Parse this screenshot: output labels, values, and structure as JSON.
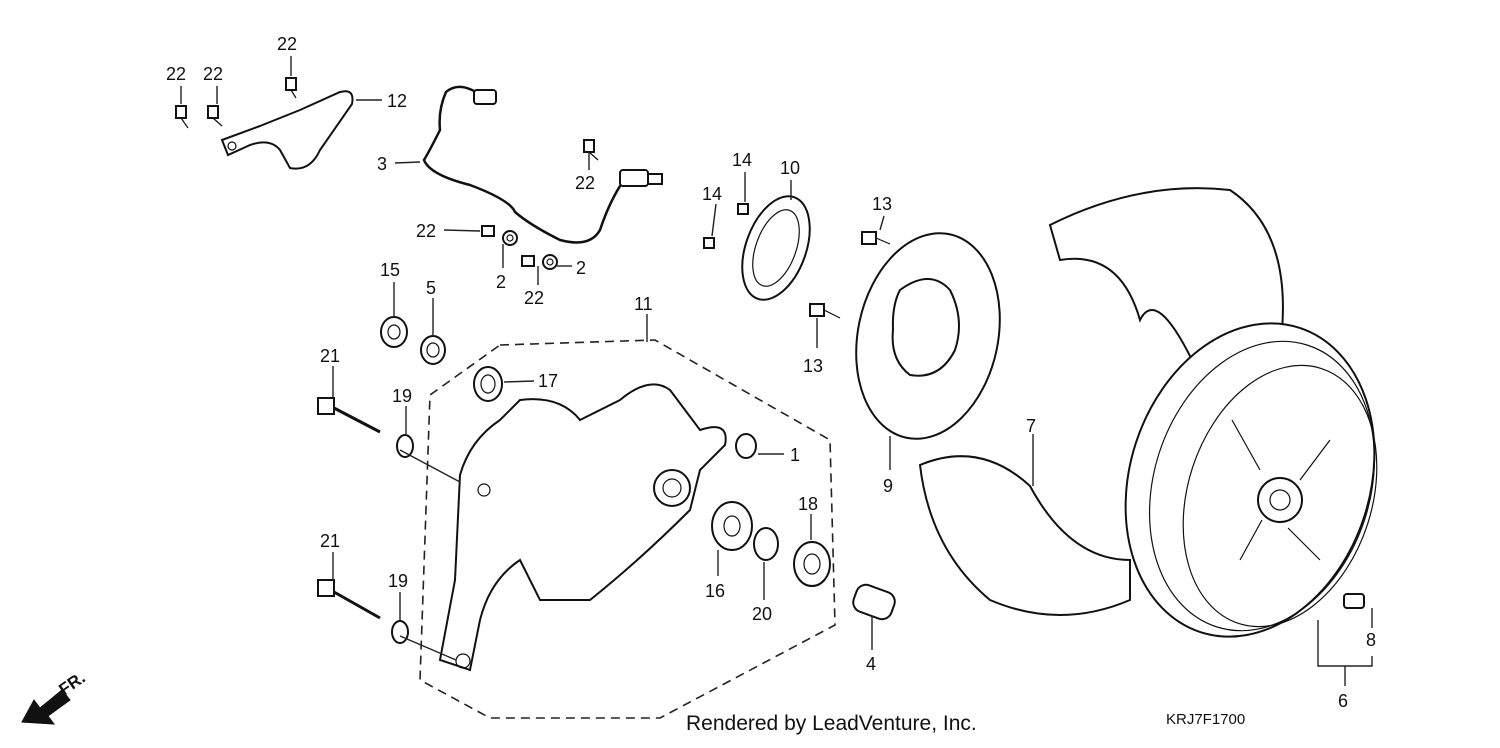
{
  "footer": {
    "rendered_by": "Rendered by LeadVenture, Inc.",
    "diagram_code": "KRJ7F1700",
    "front_marker": "FR."
  },
  "callouts": [
    "22",
    "22",
    "22",
    "12",
    "3",
    "22",
    "22",
    "2",
    "22",
    "2",
    "14",
    "10",
    "14",
    "13",
    "15",
    "5",
    "11",
    "13",
    "21",
    "19",
    "17",
    "1",
    "9",
    "7",
    "18",
    "16",
    "20",
    "21",
    "19",
    "4",
    "8",
    "6"
  ]
}
